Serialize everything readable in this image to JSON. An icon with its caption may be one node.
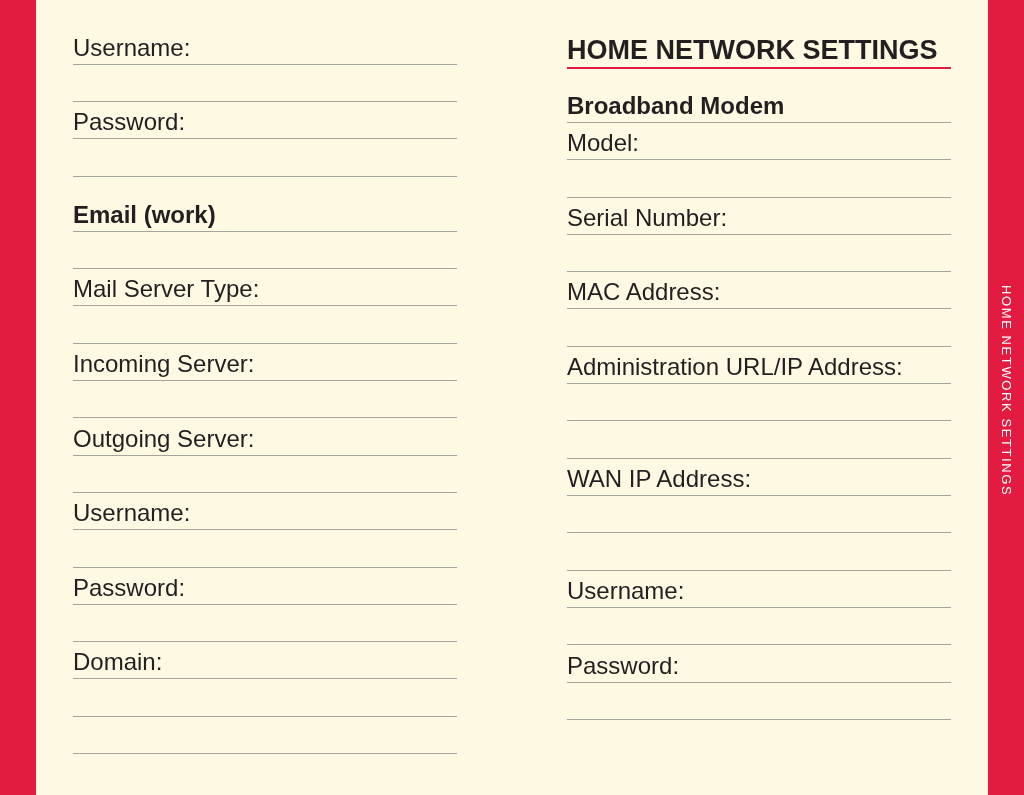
{
  "diagram": {
    "title": "HOME NETWORK SETTINGS",
    "labels": [
      "Username:",
      "Password:",
      "Email (work)",
      "Mail Server Type:",
      "Incoming Server:",
      "Outgoing Server:",
      "Username:",
      "Password:",
      "Domain:",
      "Broadband Modem",
      "Model:",
      "Serial Number:",
      "MAC Address:",
      "Administration URL/IP Address:",
      "WAN IP Address:",
      "Username:",
      "Password:",
      "HOME NETWORK SETTINGS"
    ]
  }
}
